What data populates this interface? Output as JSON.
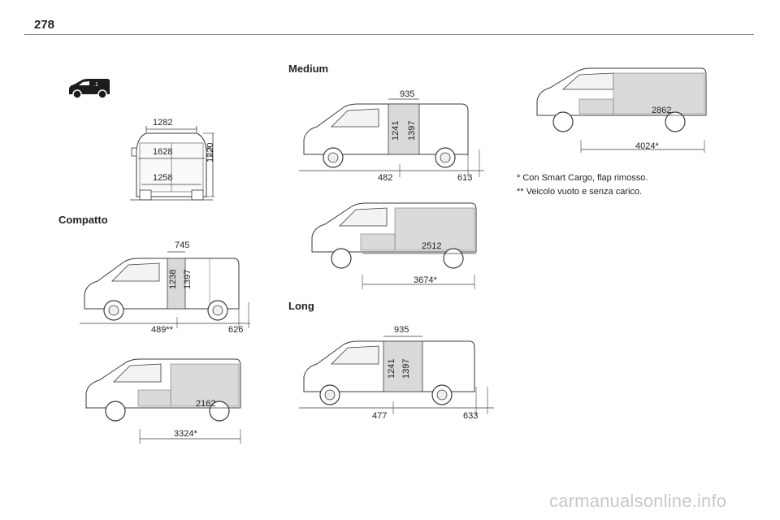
{
  "page": {
    "number": "278"
  },
  "headings": {
    "compact": "Compatto",
    "medium": "Medium",
    "long": "Long"
  },
  "dimensions": {
    "rear": {
      "top_width": "1282",
      "inner_width": "1628",
      "floor_width": "1258",
      "height": "1220"
    },
    "compact_side": {
      "door_width": "745",
      "door_height": "1238",
      "load_height": "1397",
      "sill": "489**",
      "rear_overhang": "626"
    },
    "compact_length": {
      "load_length": "2162",
      "total": "3324*"
    },
    "medium_side": {
      "door_width": "935",
      "door_height": "1241",
      "load_height": "1397",
      "sill": "482",
      "rear_overhang": "613"
    },
    "medium_length": {
      "load_length": "2512",
      "total": "3674*"
    },
    "long_side": {
      "door_width": "935",
      "door_height": "1241",
      "load_height": "1397",
      "sill": "477",
      "rear_overhang": "633"
    },
    "long_length": {
      "load_length": "2862",
      "total": "4024*"
    }
  },
  "notes": [
    "* Con Smart Cargo, flap rimosso.",
    "** Veicolo vuoto e senza carico."
  ],
  "watermark": "carmanualsonline.info",
  "colors": {
    "van_outline": "#3a3a3a",
    "cargo_fill": "#d9d9d9",
    "rule": "#8a8a8a"
  }
}
